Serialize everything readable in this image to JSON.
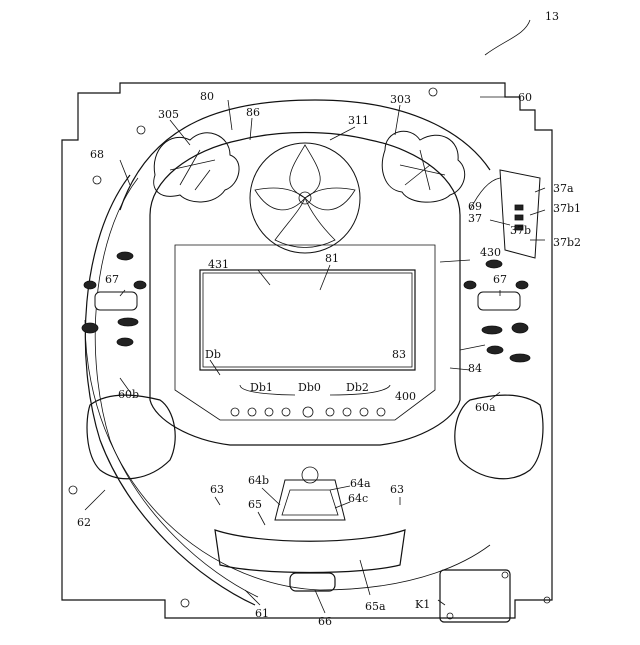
{
  "labels": {
    "fig": "13",
    "l305": "305",
    "l80": "80",
    "l86": "86",
    "l311": "311",
    "l303": "303",
    "l60": "60",
    "l68": "68",
    "l37a": "37a",
    "l69": "69",
    "l37b1": "37b1",
    "l37": "37",
    "l37b": "37b",
    "l37b2": "37b2",
    "l431": "431",
    "l81": "81",
    "l430": "430",
    "l67L": "67",
    "l67R": "67",
    "l83": "83",
    "l84": "84",
    "lDb": "Db",
    "l400": "400",
    "l60b": "60b",
    "l60a": "60a",
    "lDb1": "Db1",
    "lDb0": "Db0",
    "lDb2": "Db2",
    "l64b": "64b",
    "l64a": "64a",
    "l63L": "63",
    "l63R": "63",
    "l65": "65",
    "l64c": "64c",
    "l62": "62",
    "l61": "61",
    "l66": "66",
    "l65a": "65a",
    "lK1": "K1"
  }
}
